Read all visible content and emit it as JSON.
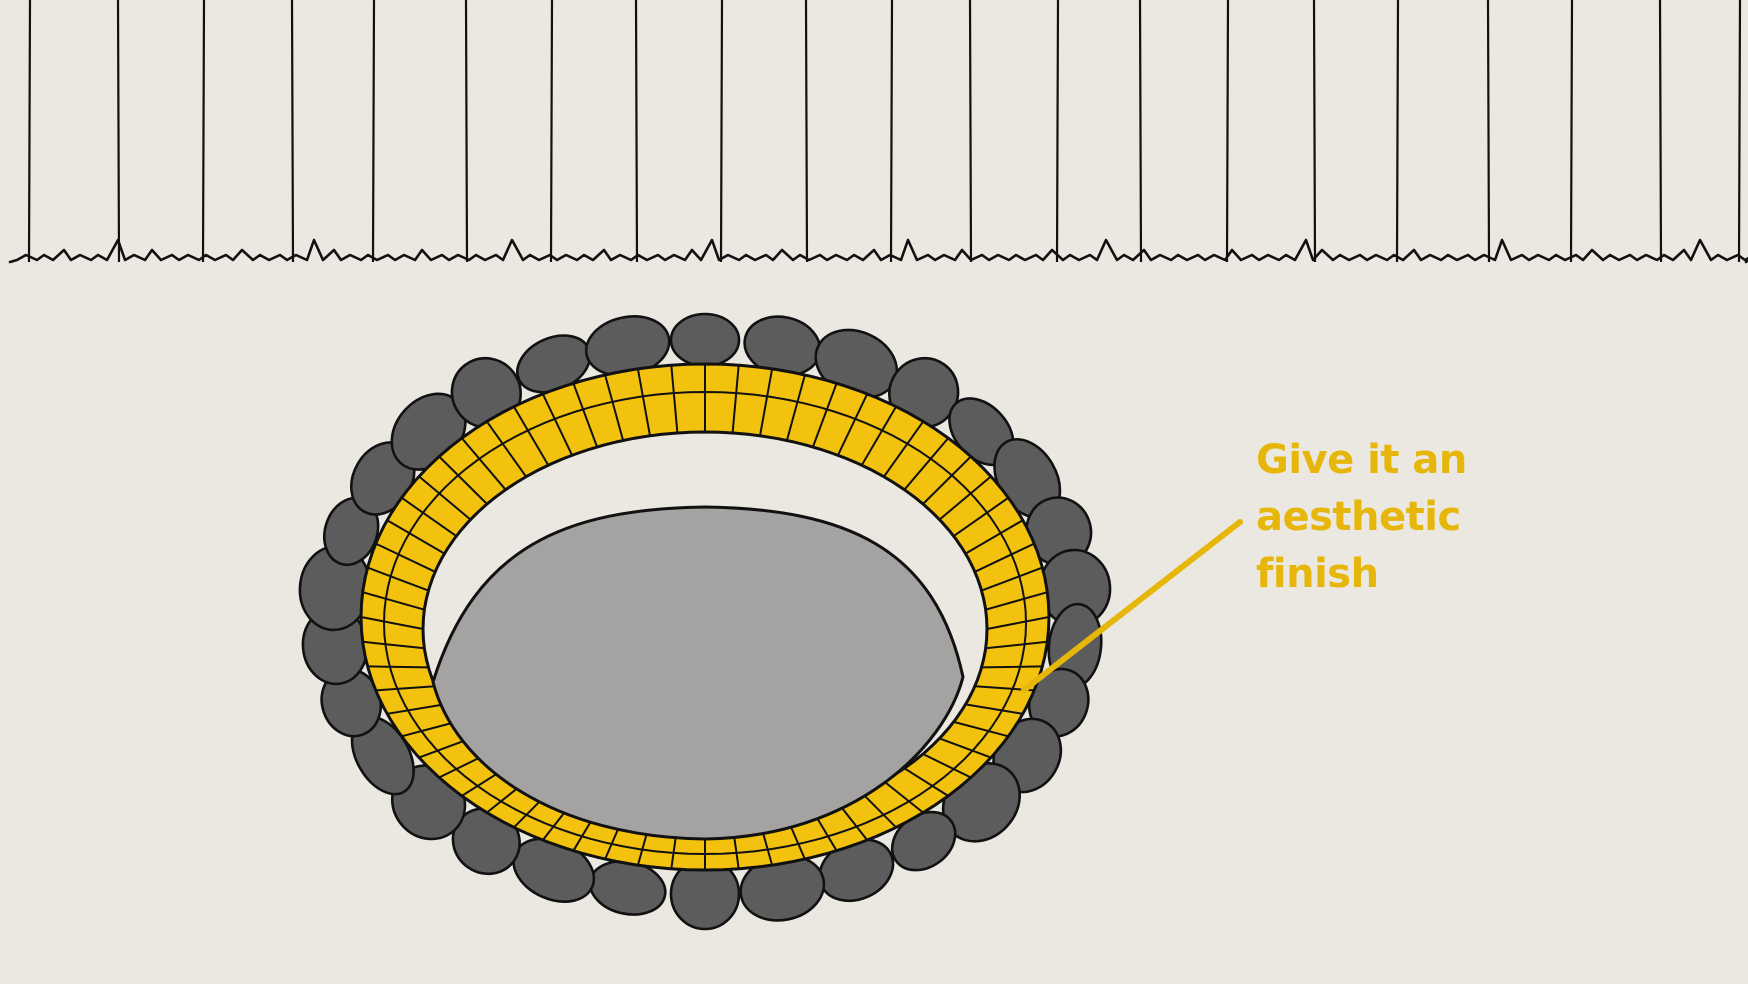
{
  "annotation": {
    "lines": [
      "Give it an",
      "aesthetic",
      "finish"
    ]
  },
  "colors": {
    "background": "#ebe8e1",
    "outline": "#111111",
    "brick": "#f2c20f",
    "stone": "#5c5c5c",
    "pit_floor": "#a4a3a1",
    "annotation": "#e6b70a"
  },
  "icons": [
    "fence-posts",
    "grass-line",
    "stone-ring",
    "brick-wall",
    "pit-floor",
    "pointer-line"
  ]
}
